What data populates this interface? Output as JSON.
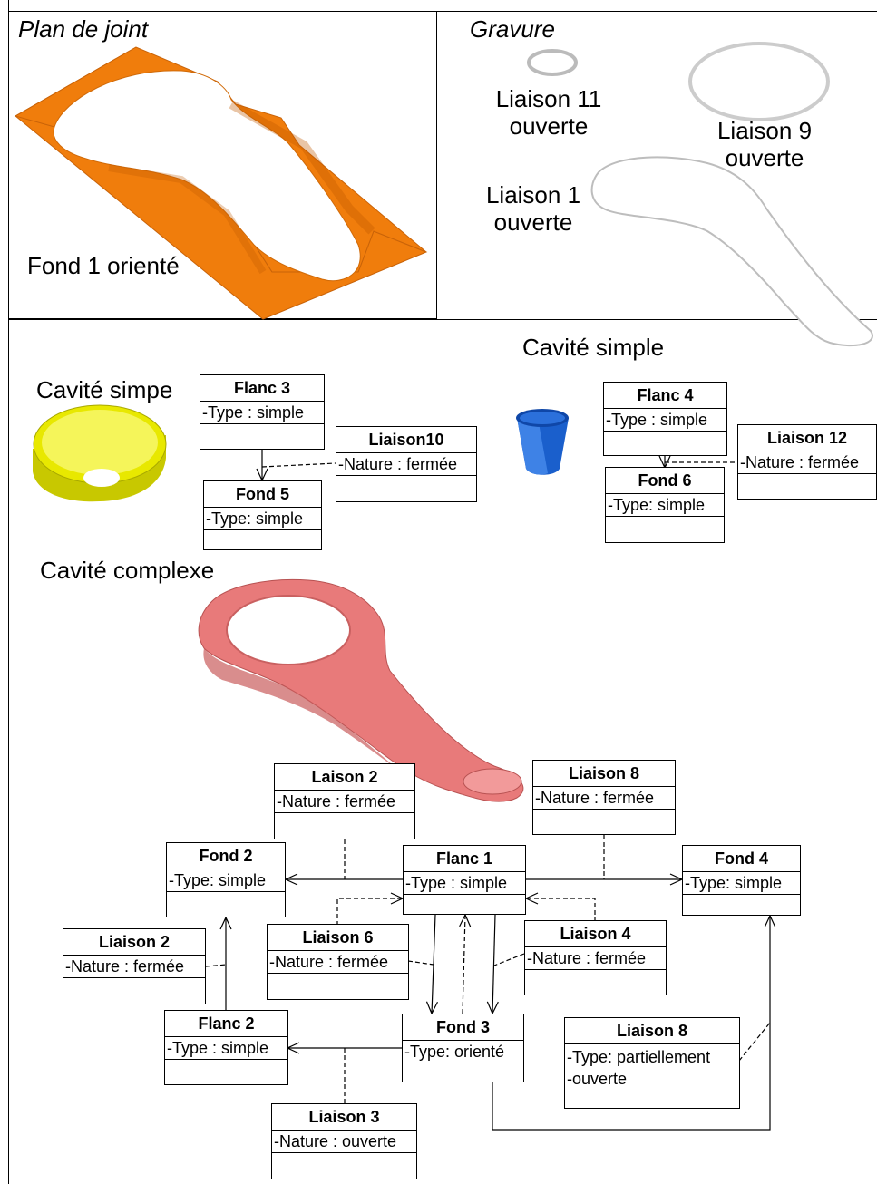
{
  "sections": {
    "plan_de_joint": "Plan de joint",
    "gravure": "Gravure",
    "fond1": "Fond 1 orienté",
    "liaison11_a": "Liaison 11",
    "liaison11_b": "ouverte",
    "liaison9_a": "Liaison 9",
    "liaison9_b": "ouverte",
    "liaison1_a": "Liaison 1",
    "liaison1_b": "ouverte",
    "cavite_simpe": "Cavité simpe",
    "cavite_simple": "Cavité simple",
    "cavite_complexe": "Cavité complexe"
  },
  "boxes": {
    "flanc3": {
      "title": "Flanc 3",
      "attr": "-Type : simple"
    },
    "fond5": {
      "title": "Fond 5",
      "attr": "-Type: simple"
    },
    "liaison10": {
      "title": "Liaison10",
      "attr": "-Nature : fermée"
    },
    "flanc4": {
      "title": "Flanc 4",
      "attr": "-Type : simple"
    },
    "fond6": {
      "title": "Fond 6",
      "attr": "-Type: simple"
    },
    "liaison12": {
      "title": "Liaison 12",
      "attr": "-Nature : fermée"
    },
    "laison2": {
      "title": "Laison 2",
      "attr": "-Nature : fermée"
    },
    "liaison8_top": {
      "title": "Liaison 8",
      "attr": "-Nature : fermée"
    },
    "fond2": {
      "title": "Fond 2",
      "attr": "-Type: simple"
    },
    "flanc1": {
      "title": "Flanc 1",
      "attr": "-Type : simple"
    },
    "fond4": {
      "title": "Fond 4",
      "attr": "-Type: simple"
    },
    "liaison2": {
      "title": "Liaison 2",
      "attr": "-Nature : fermée"
    },
    "liaison6": {
      "title": "Liaison 6",
      "attr": "-Nature : fermée"
    },
    "liaison4": {
      "title": "Liaison 4",
      "attr": "-Nature : fermée"
    },
    "flanc2": {
      "title": "Flanc 2",
      "attr": "-Type : simple"
    },
    "fond3": {
      "title": "Fond 3",
      "attr": "-Type: orienté"
    },
    "liaison8_bottom": {
      "title": "Liaison 8",
      "attr1": "-Type: partiellement",
      "attr2": "-ouverte"
    },
    "liaison3": {
      "title": "Liaison 3",
      "attr": "-Nature : ouverte"
    }
  },
  "colors": {
    "plan_orange": "#f07d0c",
    "cavity_yellow": "#e8e800",
    "cup_blue": "#1a5fcc",
    "complex_pink": "#e87a7a"
  }
}
